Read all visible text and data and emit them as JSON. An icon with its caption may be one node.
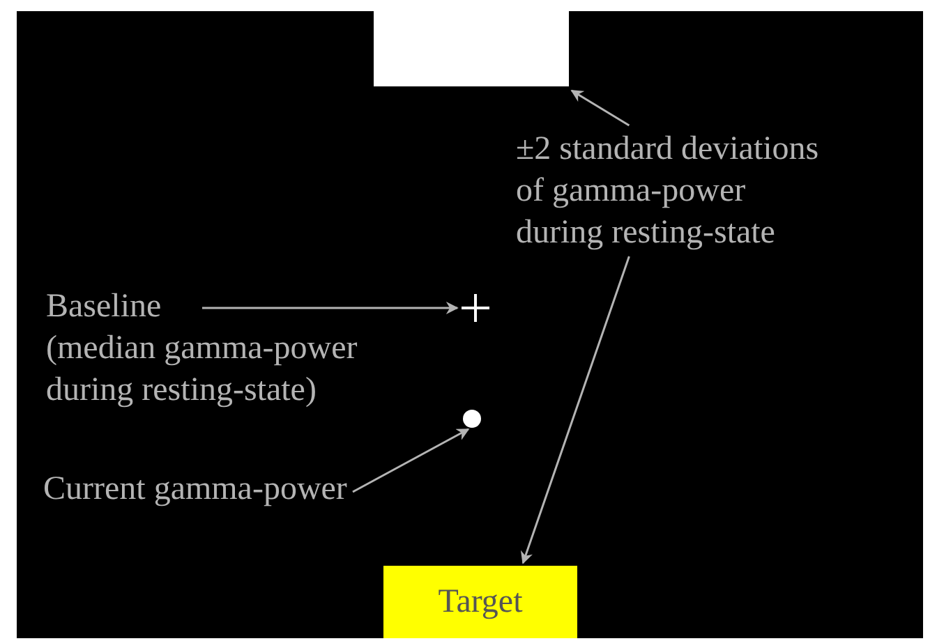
{
  "diagram": {
    "nodes": [
      {
        "text": [],
        "shape": "box"
      },
      {
        "text": [
          "±2 standard deviations of gamma-power during resting-state"
        ]
      },
      {
        "text": [
          "Baseline",
          "(median gamma-power during resting-state)"
        ]
      },
      {
        "text": [],
        "shape": "cross"
      },
      {
        "text": [],
        "shape": "circle"
      },
      {
        "text": [
          "Current gamma-power"
        ]
      },
      {
        "text": [
          "Target"
        ]
      }
    ],
    "edges": [
      {
        "from": 1,
        "to": 0,
        "arrow": "to"
      },
      {
        "from": 1,
        "to": 6,
        "arrow": "to"
      },
      {
        "from": 2,
        "to": 3,
        "arrow": "to"
      },
      {
        "from": 5,
        "to": 4,
        "arrow": "to"
      }
    ]
  }
}
